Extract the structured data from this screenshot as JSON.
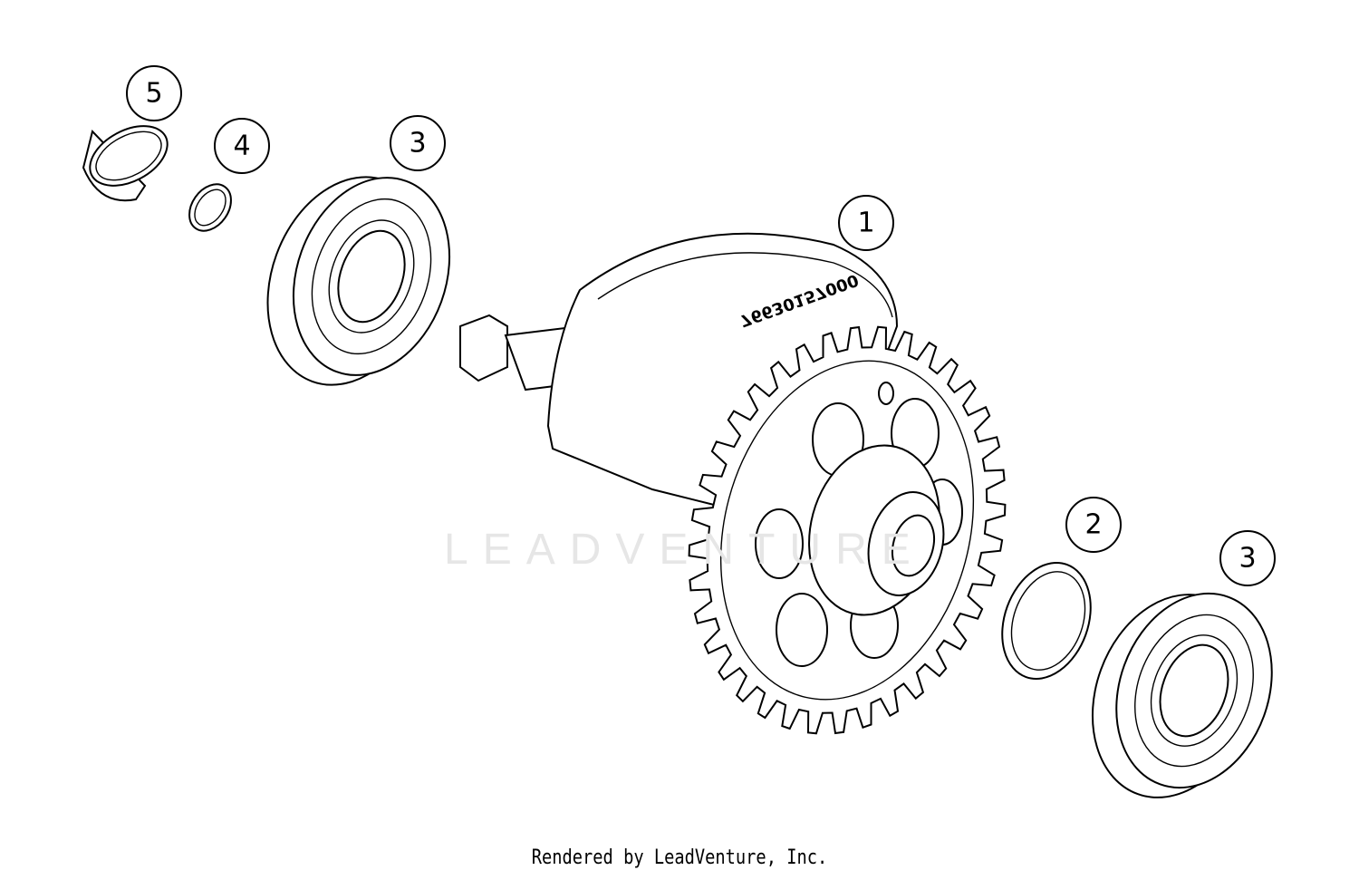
{
  "diagram": {
    "part_marking": "76630157000",
    "watermark": "LEADVENTURE",
    "callouts": [
      {
        "label": "5",
        "part": "bushing"
      },
      {
        "label": "4",
        "part": "washer-small"
      },
      {
        "label": "3",
        "part": "bearing-left"
      },
      {
        "label": "1",
        "part": "crankshaft-gear"
      },
      {
        "label": "2",
        "part": "washer-large"
      },
      {
        "label": "3",
        "part": "bearing-right"
      }
    ],
    "gear_teeth": 36
  },
  "footer": {
    "text": "Rendered by LeadVenture, Inc."
  },
  "colors": {
    "line": "#000000",
    "background": "#ffffff",
    "watermark": "#e6e6e6"
  }
}
